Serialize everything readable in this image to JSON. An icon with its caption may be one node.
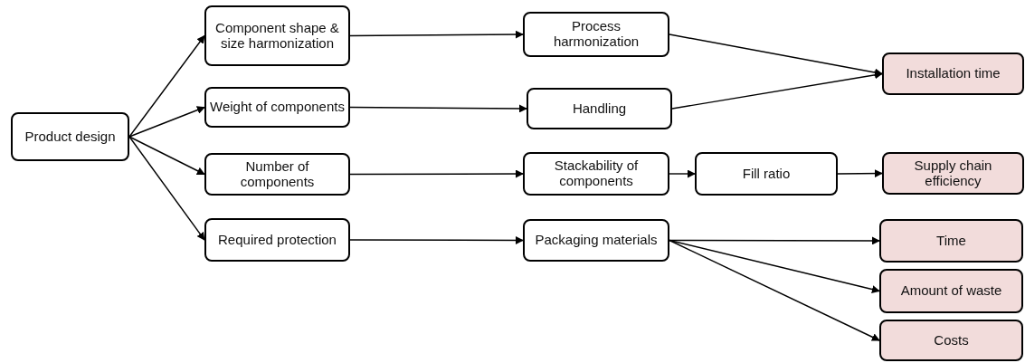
{
  "diagram": {
    "nodes": [
      {
        "text": [
          "Product design"
        ]
      },
      {
        "text": [
          "Component shape & size harmonization"
        ]
      },
      {
        "text": [
          "Weight of components"
        ]
      },
      {
        "text": [
          "Number of components"
        ]
      },
      {
        "text": [
          "Required protection"
        ]
      },
      {
        "text": [
          "Process harmonization"
        ]
      },
      {
        "text": [
          "Handling"
        ]
      },
      {
        "text": [
          "Stackability of components"
        ]
      },
      {
        "text": [
          "Fill ratio"
        ]
      },
      {
        "text": [
          "Installation time"
        ]
      },
      {
        "text": [
          "Supply chain efficiency"
        ]
      },
      {
        "text": [
          "Packaging materials"
        ]
      },
      {
        "text": [
          "Time"
        ]
      },
      {
        "text": [
          "Amount of waste"
        ]
      },
      {
        "text": [
          "Costs"
        ]
      }
    ],
    "edges": [
      {
        "from": 0,
        "to": 1,
        "arrow": "to"
      },
      {
        "from": 0,
        "to": 2,
        "arrow": "to"
      },
      {
        "from": 0,
        "to": 3,
        "arrow": "to"
      },
      {
        "from": 0,
        "to": 4,
        "arrow": "to"
      },
      {
        "from": 1,
        "to": 5,
        "arrow": "to"
      },
      {
        "from": 2,
        "to": 6,
        "arrow": "to"
      },
      {
        "from": 3,
        "to": 7,
        "arrow": "to"
      },
      {
        "from": 4,
        "to": 11,
        "arrow": "to"
      },
      {
        "from": 5,
        "to": 9,
        "arrow": "to"
      },
      {
        "from": 6,
        "to": 9,
        "arrow": "to"
      },
      {
        "from": 7,
        "to": 8,
        "arrow": "to"
      },
      {
        "from": 8,
        "to": 10,
        "arrow": "to"
      },
      {
        "from": 11,
        "to": 12,
        "arrow": "to"
      },
      {
        "from": 11,
        "to": 13,
        "arrow": "to"
      },
      {
        "from": 11,
        "to": 14,
        "arrow": "to"
      }
    ]
  }
}
